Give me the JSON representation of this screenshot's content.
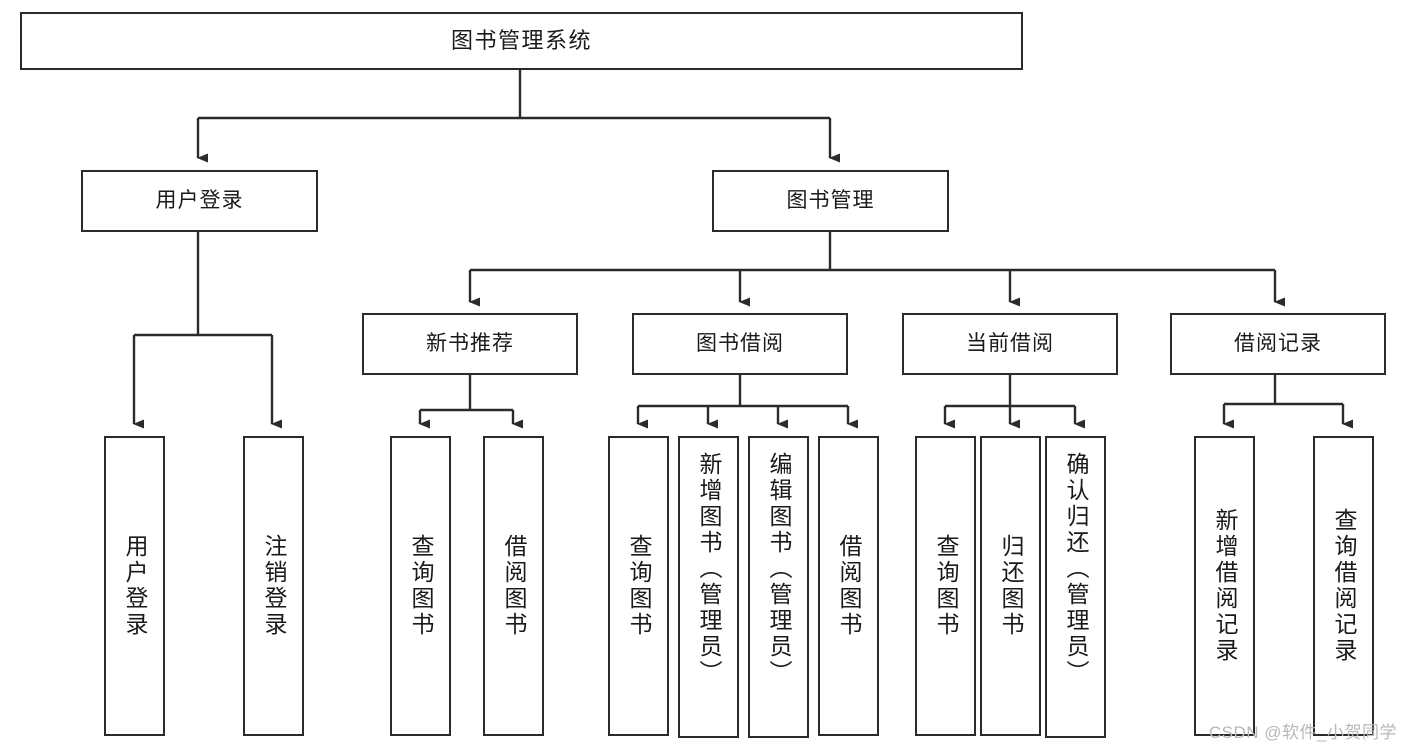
{
  "diagram": {
    "type": "tree-hierarchy-chart",
    "title": "图书管理系统",
    "stroke_color": "#2b2b2b",
    "fill_color": "#ffffff",
    "text_color": "#1a1a1a",
    "nodes": {
      "root": {
        "label": "图书管理系统"
      },
      "level1": [
        {
          "id": "user-login",
          "label": "用户登录"
        },
        {
          "id": "book-manage",
          "label": "图书管理"
        }
      ],
      "level2": [
        {
          "id": "new-book-rec",
          "label": "新书推荐"
        },
        {
          "id": "book-borrow",
          "label": "图书借阅"
        },
        {
          "id": "current-borrow",
          "label": "当前借阅"
        },
        {
          "id": "borrow-record",
          "label": "借阅记录"
        }
      ],
      "leaves": {
        "user_login": [
          {
            "id": "leaf-user-login",
            "label": "用户登录"
          },
          {
            "id": "leaf-logout-login",
            "label": "注销登录"
          }
        ],
        "new_book_rec": [
          {
            "id": "leaf-query-book-1",
            "label": "查询图书"
          },
          {
            "id": "leaf-borrow-book-1",
            "label": "借阅图书"
          }
        ],
        "book_borrow": [
          {
            "id": "leaf-query-book-2",
            "label": "查询图书"
          },
          {
            "id": "leaf-add-book",
            "label": "新增图书（管理员）"
          },
          {
            "id": "leaf-edit-book",
            "label": "编辑图书（管理员）"
          },
          {
            "id": "leaf-borrow-book-2",
            "label": "借阅图书"
          }
        ],
        "current_borrow": [
          {
            "id": "leaf-query-book-3",
            "label": "查询图书"
          },
          {
            "id": "leaf-return-book",
            "label": "归还图书"
          },
          {
            "id": "leaf-confirm-return",
            "label": "确认归还（管理员）"
          }
        ],
        "borrow_record": [
          {
            "id": "leaf-add-record",
            "label": "新增借阅记录"
          },
          {
            "id": "leaf-query-record",
            "label": "查询借阅记录"
          }
        ]
      }
    }
  },
  "watermark": {
    "text": "CSDN @软件_小贺同学"
  }
}
